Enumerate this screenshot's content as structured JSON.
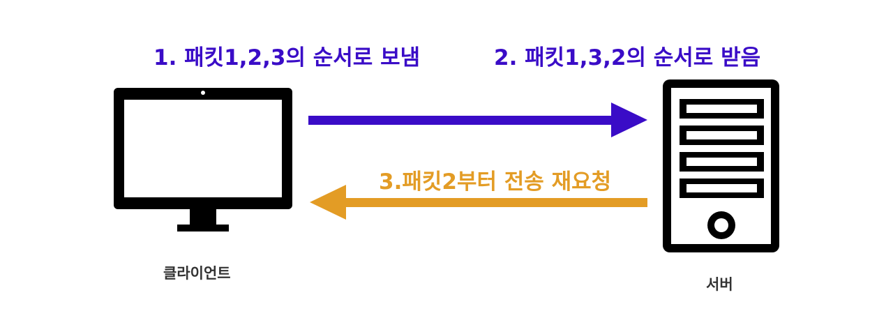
{
  "diagram": {
    "steps": [
      {
        "text": "1. 패킷1,2,3의 순서로 보냄"
      },
      {
        "text": "2. 패킷1,3,2의 순서로 받음"
      },
      {
        "text": "3.패킷2부터 전송 재요청"
      }
    ],
    "nodes": {
      "client": {
        "label": "클라이언트"
      },
      "server": {
        "label": "서버"
      }
    },
    "colors": {
      "send_arrow": "#3A0CC7",
      "retransmit_arrow": "#E39C25",
      "device": "#000000",
      "node_label": "#333333"
    }
  }
}
